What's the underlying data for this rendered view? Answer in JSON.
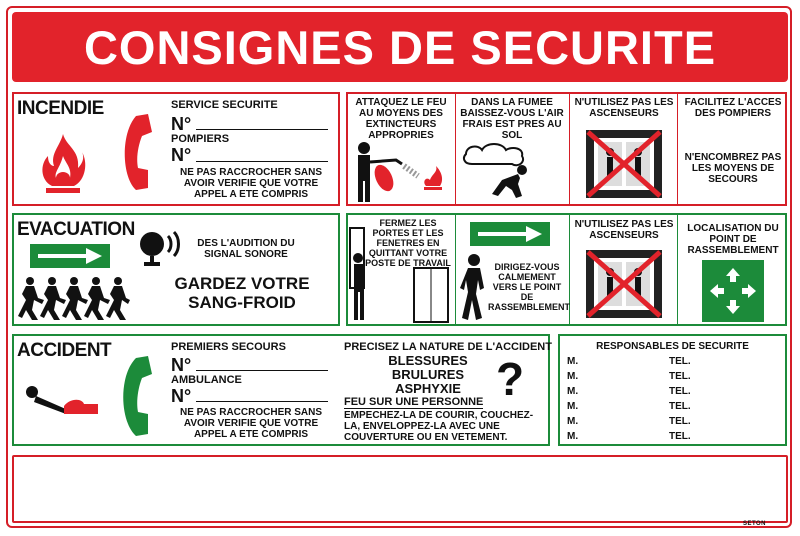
{
  "title": "CONSIGNES DE SECURITE",
  "incendie": {
    "heading": "INCENDIE",
    "service_label": "SERVICE SECURITE",
    "num1": "N°",
    "pompiers_label": "POMPIERS",
    "num2": "N°",
    "note": "NE PAS RACCROCHER SANS AVOIR VERIFIE QUE VOTRE APPEL A ETE COMPRIS"
  },
  "fire_panels": [
    "ATTAQUEZ LE FEU AU MOYENS DES EXTINCTEURS APPROPRIES",
    "DANS LA FUMEE BAISSEZ-VOUS L'AIR FRAIS EST PRES AU SOL",
    "N'UTILISEZ PAS LES ASCENSEURS",
    "FACILITEZ L'ACCES DES POMPIERS",
    "N'ENCOMBREZ PAS LES MOYENS DE SECOURS"
  ],
  "evacuation": {
    "heading": "EVACUATION",
    "signal": "DES L'AUDITION DU SIGNAL SONORE",
    "calm": "GARDEZ VOTRE SANG-FROID"
  },
  "evac_panels": [
    "FERMEZ LES PORTES ET LES FENETRES EN QUITTANT VOTRE POSTE DE TRAVAIL",
    "DIRIGEZ-VOUS CALMEMENT VERS LE POINT DE RASSEMBLEMENT",
    "N'UTILISEZ PAS LES ASCENSEURS",
    "LOCALISATION DU POINT DE RASSEMBLEMENT"
  ],
  "accident": {
    "heading": "ACCIDENT",
    "secours_label": "PREMIERS SECOURS",
    "num1": "N°",
    "ambulance_label": "AMBULANCE",
    "num2": "N°",
    "note": "NE PAS RACCROCHER SANS AVOIR VERIFIE QUE VOTRE APPEL A ETE COMPRIS",
    "nature_label": "PRECISEZ LA NATURE DE L'ACCIDENT",
    "types": [
      "BLESSURES",
      "BRULURES",
      "ASPHYXIE"
    ],
    "fire_person": "FEU SUR UNE PERSONNE",
    "fire_advice": "EMPECHEZ-LA DE COURIR, COUCHEZ-LA, ENVELOPPEZ-LA AVEC UNE COUVERTURE OU EN VETEMENT.",
    "question": "?"
  },
  "responsables": {
    "heading": "RESPONSABLES DE SECURITE",
    "rows": [
      {
        "m": "M.",
        "tel": "TEL."
      },
      {
        "m": "M.",
        "tel": "TEL."
      },
      {
        "m": "M.",
        "tel": "TEL."
      },
      {
        "m": "M.",
        "tel": "TEL."
      },
      {
        "m": "M.",
        "tel": "TEL."
      },
      {
        "m": "M.",
        "tel": "TEL."
      }
    ]
  },
  "brand": "SETON",
  "colors": {
    "red": "#e2232b",
    "green": "#1c8b3a"
  }
}
